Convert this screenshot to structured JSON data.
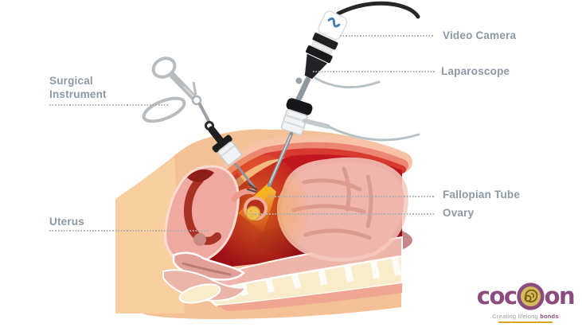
{
  "figure": {
    "title_hint": "laparoscopy-procedure-illustration",
    "callouts": [
      {
        "key": "surgical-instrument",
        "label": "Surgical Instrument",
        "side": "left"
      },
      {
        "key": "video-camera",
        "label": "Video Camera",
        "side": "right"
      },
      {
        "key": "laparoscope",
        "label": "Laparoscope",
        "side": "right"
      },
      {
        "key": "fallopian-tube",
        "label": "Fallopian Tube",
        "side": "right"
      },
      {
        "key": "ovary",
        "label": "Ovary",
        "side": "right"
      },
      {
        "key": "uterus",
        "label": "Uterus",
        "side": "left"
      }
    ],
    "label_color": "#8c98a5",
    "leader_line_color": "#a9aeb3"
  },
  "logo": {
    "word_start": "coc",
    "word_end": "on",
    "icon": "fetus-in-circle-icon",
    "tagline_prefix": "Creating lifelong ",
    "tagline_highlight": "bonds",
    "brand_purple": "#8b4b7e",
    "brand_gold": "#dfa51f"
  },
  "colors": {
    "background": "#ffffff",
    "skin": "#f4c096",
    "skin_panel": "#f9cf9f",
    "muscle_outer": "#f6b69b",
    "muscle": "#ec8672",
    "muscle_cut": "#d93a30",
    "cavity_red": "#b01218",
    "intestine_pink": "#f0b6ac",
    "spine_cream": "#f8ecca",
    "light_beam": "#f9b31c",
    "ovary_yellow": "#f2c14e",
    "instrument_gray": "#b7bcc0",
    "instrument_black": "#1d1d1f"
  }
}
